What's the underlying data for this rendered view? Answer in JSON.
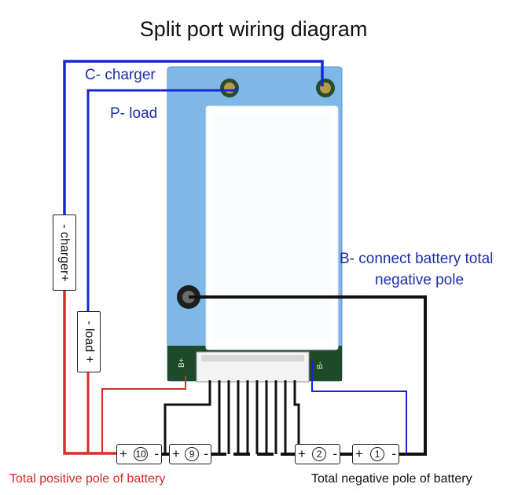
{
  "title": "Split port wiring diagram",
  "labels": {
    "c_charger": "C- charger",
    "p_load": "P- load",
    "b_neg_line1": "B- connect battery total",
    "b_neg_line2": "negative pole",
    "charger_plus": "- charger+",
    "load_plus": "- load +",
    "total_positive": "Total positive pole of battery",
    "total_negative": "Total negative pole of battery"
  },
  "board": {
    "b_plus": "B+",
    "b_minus": "B-"
  },
  "cells": [
    {
      "number": "10",
      "plus": "+",
      "minus": "-"
    },
    {
      "number": "9",
      "plus": "+",
      "minus": "-"
    },
    {
      "number": "2",
      "plus": "+",
      "minus": "-"
    },
    {
      "number": "1",
      "plus": "+",
      "minus": "-"
    }
  ],
  "colors": {
    "board_blue": "#7fb7e6",
    "wire_blue": "#1626d8",
    "wire_red": "#dd2b2b",
    "wire_black": "#111111",
    "pcb_green": "#1f4a2a"
  }
}
